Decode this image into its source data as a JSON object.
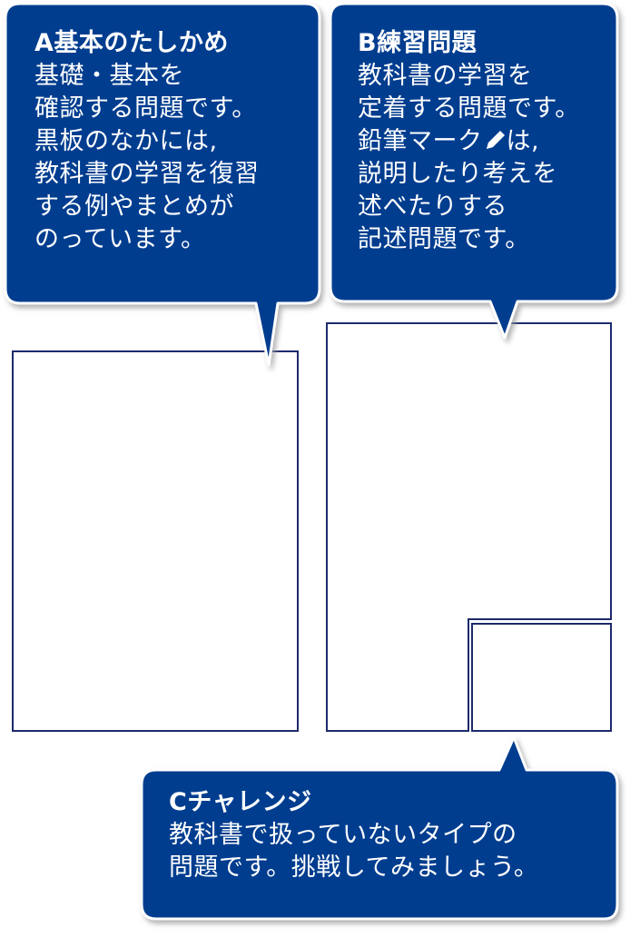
{
  "bubbles": {
    "a": {
      "title": "A基本のたしかめ",
      "lines": [
        "基礎・基本を",
        "確認する問題です。",
        "黒板のなかには,",
        "教科書の学習を復習",
        "する例やまとめが",
        "のっています。"
      ]
    },
    "b": {
      "title": "B練習問題",
      "lines": [
        "教科書の学習を",
        "定着する問題です。",
        "鉛筆マーク",
        "は,",
        "説明したり考えを",
        "述べたりする",
        "記述問題です。"
      ],
      "icon": "pencil-icon"
    },
    "c": {
      "title": "Cチャレンジ",
      "lines": [
        "教科書で扱っていないタイプの",
        "問題です。挑戦してみましょう。"
      ]
    }
  },
  "colors": {
    "bubble_fill": "#003D8F",
    "bubble_border": "#ffffff",
    "shadow": "#bcbcbc",
    "box_stroke": "#1d2a6b"
  }
}
